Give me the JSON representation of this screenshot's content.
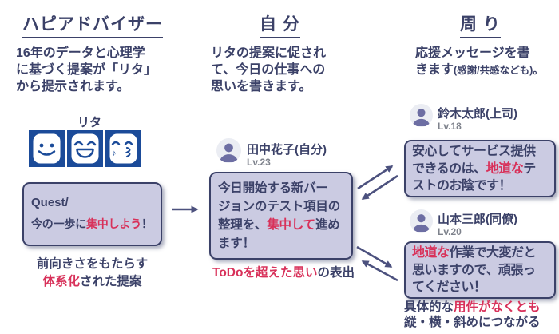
{
  "colors": {
    "navy": "#3b4168",
    "accent": "#d8315a",
    "box_bg": "#cbcbe2",
    "face_blue": "#1b4b99",
    "arrow": "#4c517e"
  },
  "advisor": {
    "header": "ハピアドバイザー",
    "description": [
      "16年のデータと心理学",
      "に基づく提案が「リタ」",
      "から提示されます。"
    ],
    "rita_label": "リタ",
    "face_icons": [
      "smile-face-icon",
      "laugh-face-icon",
      "whistle-face-icon"
    ],
    "suggestion_box": {
      "lines": [
        "Quest/",
        [
          {
            "text": "今の一歩に"
          },
          {
            "text": "集中しよう",
            "accent": true
          },
          {
            "text": "！"
          }
        ]
      ]
    },
    "caption": [
      "前向きさをもたらす",
      [
        {
          "text": "体系化",
          "accent": true
        },
        {
          "text": "された提案"
        }
      ]
    ]
  },
  "self": {
    "header": "自 分",
    "description": [
      "リタの提案に促され",
      "て、今日の仕事への",
      "思いを書きます。"
    ],
    "profile": {
      "name": "田中花子(自分)",
      "level": "Lv.23"
    },
    "message_box": {
      "lines": [
        "今日開始する新バー",
        "ジョンのテスト項目の",
        [
          {
            "text": "整理を、"
          },
          {
            "text": "集中して",
            "accent": true
          },
          {
            "text": "進め"
          }
        ],
        "ます！"
      ]
    },
    "caption": [
      [
        {
          "text": "ToDoを超えた思い",
          "accent": true
        },
        {
          "text": "の表出"
        }
      ]
    ]
  },
  "around": {
    "header": "周 り",
    "description": [
      "応援メッセージを書",
      [
        {
          "text": "きます"
        },
        {
          "text": "(感謝/共感なども)。",
          "small": true
        }
      ]
    ],
    "boss": {
      "name": "鈴木太郎(上司)",
      "level": "Lv.18",
      "message": [
        "安心してサービス提供",
        [
          {
            "text": "できるのは、"
          },
          {
            "text": "地道な",
            "accent": true
          },
          {
            "text": "テ"
          }
        ],
        "ストのお陰です！"
      ]
    },
    "colleague": {
      "name": "山本三郎(同僚)",
      "level": "Lv.20",
      "message": [
        [
          {
            "text": "地道な",
            "accent": true
          },
          {
            "text": "作業で大変だと"
          }
        ],
        "思いますので、頑張っ",
        "てください！"
      ]
    },
    "caption": [
      [
        {
          "text": "具体的な"
        },
        {
          "text": "用件がなくとも",
          "accent": true
        }
      ],
      "縦・横・斜めにつながる"
    ]
  }
}
